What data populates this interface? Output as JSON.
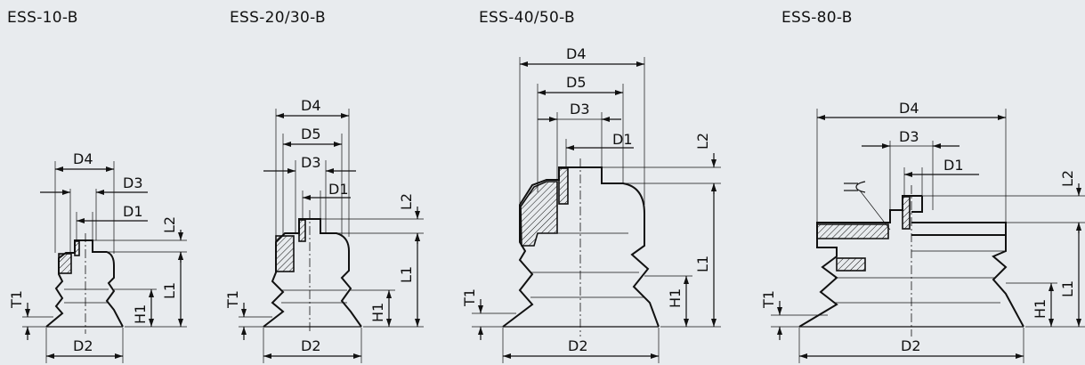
{
  "views": [
    {
      "title": "ESS-10-B",
      "dims": {
        "d4": "D4",
        "d3": "D3",
        "d1": "D1",
        "d2": "D2",
        "l2": "L2",
        "l1": "L1",
        "h1": "H1",
        "t1": "T1"
      }
    },
    {
      "title": "ESS-20/30-B",
      "dims": {
        "d4": "D4",
        "d5": "D5",
        "d3": "D3",
        "d1": "D1",
        "d2": "D2",
        "l2": "L2",
        "l1": "L1",
        "h1": "H1",
        "t1": "T1"
      }
    },
    {
      "title": "ESS-40/50-B",
      "dims": {
        "d4": "D4",
        "d5": "D5",
        "d3": "D3",
        "d1": "D1",
        "d2": "D2",
        "l2": "L2",
        "l1": "L1",
        "h1": "H1",
        "t1": "T1"
      }
    },
    {
      "title": "ESS-80-B",
      "dims": {
        "d4": "D4",
        "d3": "D3",
        "d1": "D1",
        "d2": "D2",
        "l2": "L2",
        "l1": "L1",
        "h1": "H1",
        "t1": "T1"
      }
    }
  ]
}
